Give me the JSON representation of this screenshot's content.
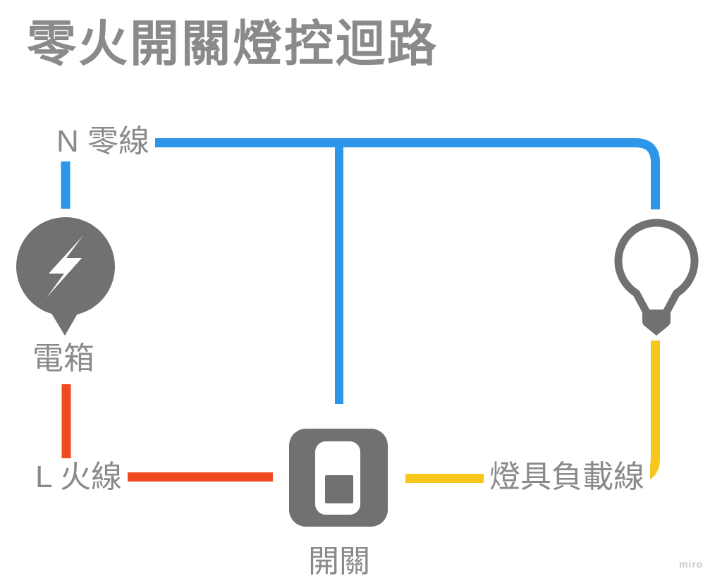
{
  "title": "零火開關燈控迴路",
  "watermark": "miro",
  "colors": {
    "neutral_blue": "#2E96E9",
    "live_red": "#F04A21",
    "load_yellow": "#F7C61C",
    "icon_gray": "#717171",
    "icon_inner_white": "#FFFFFF",
    "text_gray": "#8A8A8A",
    "watermark_gray": "#C8C8C8"
  },
  "wires": {
    "neutral_label": "N 零線",
    "live_label": "L 火線",
    "load_label": "燈具負載線"
  },
  "nodes": {
    "panel_label": "電箱",
    "switch_label": "開關"
  }
}
